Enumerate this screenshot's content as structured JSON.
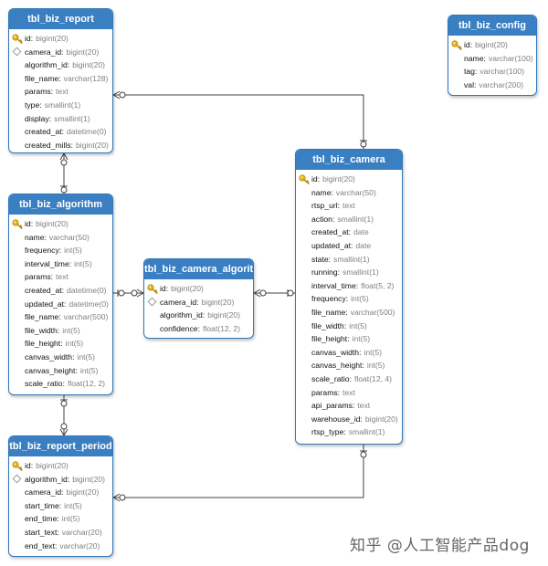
{
  "tables": [
    {
      "id": "report",
      "name": "tbl_biz_report",
      "columns": [
        {
          "name": "id",
          "type": "bigint(20)",
          "key": "pk"
        },
        {
          "name": "camera_id",
          "type": "bigint(20)",
          "key": "fk"
        },
        {
          "name": "algorithm_id",
          "type": "bigint(20)",
          "key": ""
        },
        {
          "name": "file_name",
          "type": "varchar(128)",
          "key": ""
        },
        {
          "name": "params",
          "type": "text",
          "key": ""
        },
        {
          "name": "type",
          "type": "smallint(1)",
          "key": ""
        },
        {
          "name": "display",
          "type": "smallint(1)",
          "key": ""
        },
        {
          "name": "created_at",
          "type": "datetime(0)",
          "key": ""
        },
        {
          "name": "created_mills",
          "type": "bigint(20)",
          "key": ""
        }
      ]
    },
    {
      "id": "config",
      "name": "tbl_biz_config",
      "columns": [
        {
          "name": "id",
          "type": "bigint(20)",
          "key": "pk"
        },
        {
          "name": "name",
          "type": "varchar(100)",
          "key": ""
        },
        {
          "name": "tag",
          "type": "varchar(100)",
          "key": ""
        },
        {
          "name": "val",
          "type": "varchar(200)",
          "key": ""
        }
      ]
    },
    {
      "id": "algorithm",
      "name": "tbl_biz_algorithm",
      "columns": [
        {
          "name": "id",
          "type": "bigint(20)",
          "key": "pk"
        },
        {
          "name": "name",
          "type": "varchar(50)",
          "key": ""
        },
        {
          "name": "frequency",
          "type": "int(5)",
          "key": ""
        },
        {
          "name": "interval_time",
          "type": "int(5)",
          "key": ""
        },
        {
          "name": "params",
          "type": "text",
          "key": ""
        },
        {
          "name": "created_at",
          "type": "datetime(0)",
          "key": ""
        },
        {
          "name": "updated_at",
          "type": "datetime(0)",
          "key": ""
        },
        {
          "name": "file_name",
          "type": "varchar(500)",
          "key": ""
        },
        {
          "name": "file_width",
          "type": "int(5)",
          "key": ""
        },
        {
          "name": "file_height",
          "type": "int(5)",
          "key": ""
        },
        {
          "name": "canvas_width",
          "type": "int(5)",
          "key": ""
        },
        {
          "name": "canvas_height",
          "type": "int(5)",
          "key": ""
        },
        {
          "name": "scale_ratio",
          "type": "float(12, 2)",
          "key": ""
        }
      ]
    },
    {
      "id": "camera_algorithm",
      "name": "tbl_biz_camera_algorithm",
      "columns": [
        {
          "name": "id",
          "type": "bigint(20)",
          "key": "pk"
        },
        {
          "name": "camera_id",
          "type": "bigint(20)",
          "key": "fk"
        },
        {
          "name": "algorithm_id",
          "type": "bigint(20)",
          "key": ""
        },
        {
          "name": "confidence",
          "type": "float(12, 2)",
          "key": ""
        }
      ]
    },
    {
      "id": "camera",
      "name": "tbl_biz_camera",
      "columns": [
        {
          "name": "id",
          "type": "bigint(20)",
          "key": "pk"
        },
        {
          "name": "name",
          "type": "varchar(50)",
          "key": ""
        },
        {
          "name": "rtsp_url",
          "type": "text",
          "key": ""
        },
        {
          "name": "action",
          "type": "smallint(1)",
          "key": ""
        },
        {
          "name": "created_at",
          "type": "date",
          "key": ""
        },
        {
          "name": "updated_at",
          "type": "date",
          "key": ""
        },
        {
          "name": "state",
          "type": "smallint(1)",
          "key": ""
        },
        {
          "name": "running",
          "type": "smallint(1)",
          "key": ""
        },
        {
          "name": "interval_time",
          "type": "float(5, 2)",
          "key": ""
        },
        {
          "name": "frequency",
          "type": "int(5)",
          "key": ""
        },
        {
          "name": "file_name",
          "type": "varchar(500)",
          "key": ""
        },
        {
          "name": "file_width",
          "type": "int(5)",
          "key": ""
        },
        {
          "name": "file_height",
          "type": "int(5)",
          "key": ""
        },
        {
          "name": "canvas_width",
          "type": "int(5)",
          "key": ""
        },
        {
          "name": "canvas_height",
          "type": "int(5)",
          "key": ""
        },
        {
          "name": "scale_ratio",
          "type": "float(12, 4)",
          "key": ""
        },
        {
          "name": "params",
          "type": "text",
          "key": ""
        },
        {
          "name": "api_params",
          "type": "text",
          "key": ""
        },
        {
          "name": "warehouse_id",
          "type": "bigint(20)",
          "key": ""
        },
        {
          "name": "rtsp_type",
          "type": "smallint(1)",
          "key": ""
        }
      ]
    },
    {
      "id": "report_period",
      "name": "tbl_biz_report_period",
      "columns": [
        {
          "name": "id",
          "type": "bigint(20)",
          "key": "pk"
        },
        {
          "name": "algorithm_id",
          "type": "bigint(20)",
          "key": "fk"
        },
        {
          "name": "camera_id",
          "type": "bigint(20)",
          "key": ""
        },
        {
          "name": "start_time",
          "type": "int(5)",
          "key": ""
        },
        {
          "name": "end_time",
          "type": "int(5)",
          "key": ""
        },
        {
          "name": "start_text",
          "type": "varchar(20)",
          "key": ""
        },
        {
          "name": "end_text",
          "type": "varchar(20)",
          "key": ""
        }
      ]
    }
  ],
  "relations": [
    {
      "from": "tbl_biz_report",
      "to": "tbl_biz_camera"
    },
    {
      "from": "tbl_biz_report",
      "to": "tbl_biz_algorithm"
    },
    {
      "from": "tbl_biz_camera_algorithm",
      "to": "tbl_biz_algorithm"
    },
    {
      "from": "tbl_biz_camera_algorithm",
      "to": "tbl_biz_camera"
    },
    {
      "from": "tbl_biz_report_period",
      "to": "tbl_biz_algorithm"
    },
    {
      "from": "tbl_biz_report_period",
      "to": "tbl_biz_camera"
    }
  ],
  "colors": {
    "header": "#3a7fc1",
    "border": "#2f76ba",
    "line": "#404040",
    "key": "#e8b420",
    "type_text": "#7f7f7f"
  },
  "watermark": "知乎 @人工智能产品dog"
}
